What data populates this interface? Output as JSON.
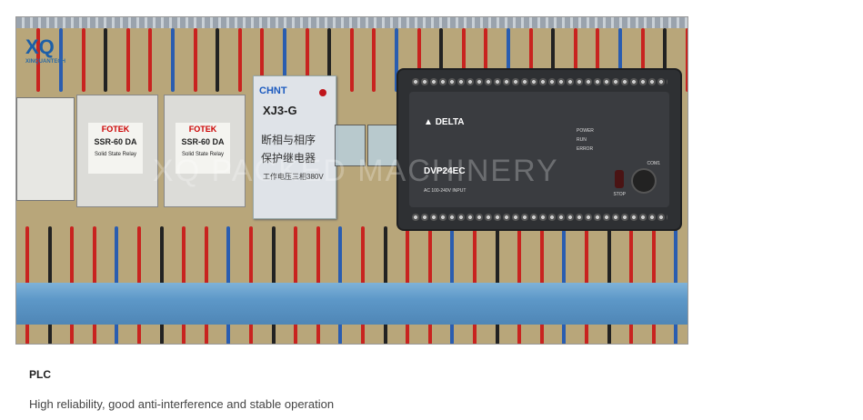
{
  "photo": {
    "logo_text": "XQ",
    "logo_sub": "XINQUANTECH",
    "watermark": "XQ PACKED MACHINERY",
    "ssr_labels": [
      {
        "brand": "FOTEK",
        "model": "SSR-60 DA",
        "type": "Solid State Relay"
      },
      {
        "brand": "FOTEK",
        "model": "SSR-60 DA",
        "type": "Solid State Relay"
      }
    ],
    "phase_relay": {
      "brand": "CHNT",
      "model": "XJ3-G",
      "name_line1": "断相与相序",
      "name_line2": "保护继电器",
      "spec": "工作电压三相380V"
    },
    "plc": {
      "brand": "DELTA",
      "model": "DVP24EC",
      "input_label": "AC 100-240V INPUT",
      "status": [
        "POWER",
        "RUN",
        "ERROR"
      ],
      "run_stop": "STOP",
      "com": "COM1"
    }
  },
  "caption": {
    "title": "PLC",
    "description": "High reliability, good anti-interference and stable operation"
  }
}
